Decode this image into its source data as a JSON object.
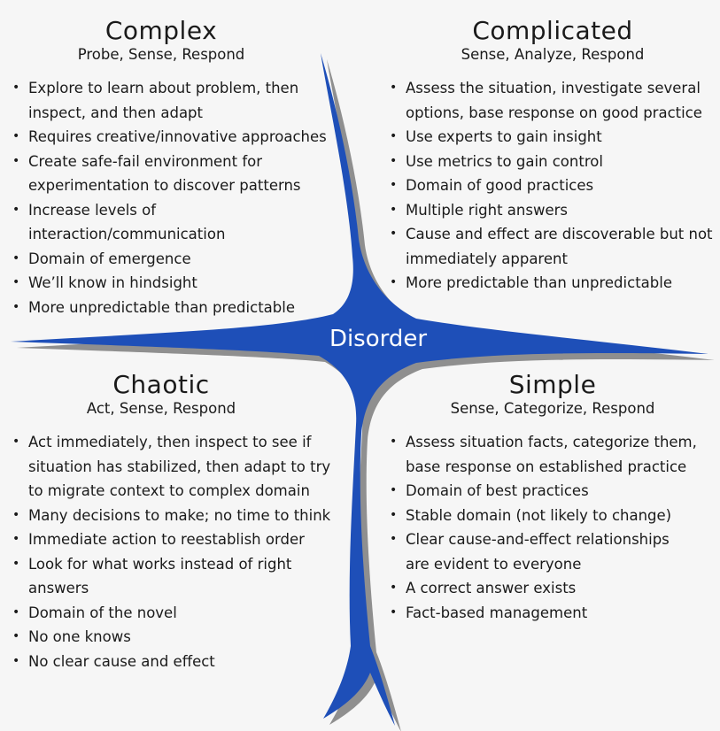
{
  "colors": {
    "background": "#f6f6f6",
    "shape_fill": "#1e4fb8",
    "shape_shadow": "#8f8f8f",
    "center_text": "#ffffff"
  },
  "center_label": "Disorder",
  "quadrants": {
    "complex": {
      "title": "Complex",
      "subtitle": "Probe, Sense, Respond",
      "items": [
        "Explore to learn about problem, then\ninspect, and then adapt",
        "Requires creative/innovative approaches",
        "Create safe-fail environment for\nexperimentation to discover patterns",
        "Increase levels of interaction/communication",
        "Domain of emergence",
        "We’ll know in hindsight",
        "More unpredictable than predictable"
      ]
    },
    "complicated": {
      "title": "Complicated",
      "subtitle": "Sense, Analyze, Respond",
      "items": [
        "Assess the situation, investigate several\noptions, base response on good practice",
        "Use experts to gain insight",
        "Use metrics to gain control",
        "Domain of good practices",
        "Multiple right answers",
        "Cause and effect are discoverable but not\nimmediately apparent",
        "More predictable than unpredictable"
      ]
    },
    "chaotic": {
      "title": "Chaotic",
      "subtitle": "Act, Sense, Respond",
      "items": [
        "Act immediately, then inspect to see if\nsituation has stabilized, then adapt to try\nto migrate context to complex domain",
        "Many decisions to make; no time to think",
        "Immediate action to reestablish order",
        "Look for what works instead of right\nanswers",
        "Domain of the novel",
        "No one knows",
        "No clear cause and effect"
      ]
    },
    "simple": {
      "title": "Simple",
      "subtitle": "Sense, Categorize, Respond",
      "items": [
        "Assess situation facts, categorize them,\nbase response on established practice",
        "Domain of best practices",
        "Stable domain (not likely to change)",
        "Clear cause-and-effect relationships\nare evident to everyone",
        "A correct answer exists",
        "Fact-based management"
      ]
    }
  }
}
